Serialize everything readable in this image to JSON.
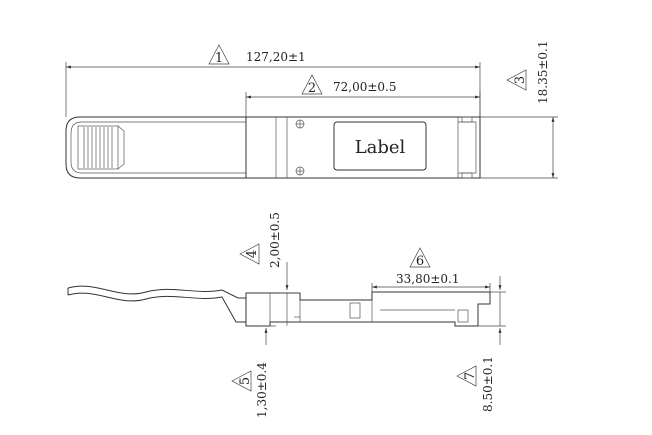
{
  "top_view": {
    "label_text": "Label"
  },
  "dimensions": [
    {
      "id": "1",
      "value": "127,20±1"
    },
    {
      "id": "2",
      "value": "72,00±0.5"
    },
    {
      "id": "3",
      "value": "18.35±0.1"
    },
    {
      "id": "4",
      "value": "2,00±0.5"
    },
    {
      "id": "5",
      "value": "1,30±0.4"
    },
    {
      "id": "6",
      "value": "33,80±0.1"
    },
    {
      "id": "7",
      "value": "8.50±0.1"
    }
  ]
}
